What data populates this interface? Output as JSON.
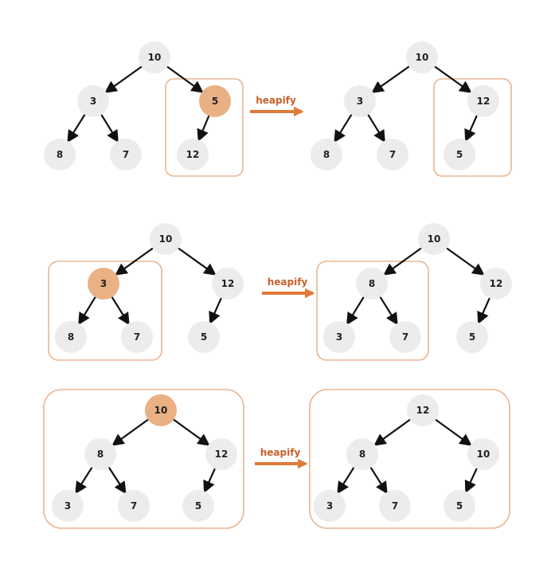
{
  "colors": {
    "node_fill": "#ececec",
    "highlight_fill": "#eab184",
    "box_stroke": "#e9b592",
    "edge_color": "#111111",
    "arrow_color": "#e07b39",
    "arrow_text": "#c8612a",
    "node_text": "#222222"
  },
  "steps": [
    {
      "before": {
        "nodes": [
          "10",
          "3",
          "5",
          "8",
          "7",
          "12"
        ],
        "highlight": "5"
      },
      "action": "heapify",
      "after": {
        "nodes": [
          "10",
          "3",
          "12",
          "8",
          "7",
          "5"
        ]
      }
    },
    {
      "before": {
        "nodes": [
          "10",
          "3",
          "12",
          "8",
          "7",
          "5"
        ],
        "highlight": "3"
      },
      "action": "heapify",
      "after": {
        "nodes": [
          "10",
          "8",
          "12",
          "3",
          "7",
          "5"
        ]
      }
    },
    {
      "before": {
        "nodes": [
          "10",
          "8",
          "12",
          "3",
          "7",
          "5"
        ],
        "highlight": "10"
      },
      "action": "heapify",
      "after": {
        "nodes": [
          "12",
          "8",
          "10",
          "3",
          "7",
          "5"
        ]
      }
    }
  ]
}
